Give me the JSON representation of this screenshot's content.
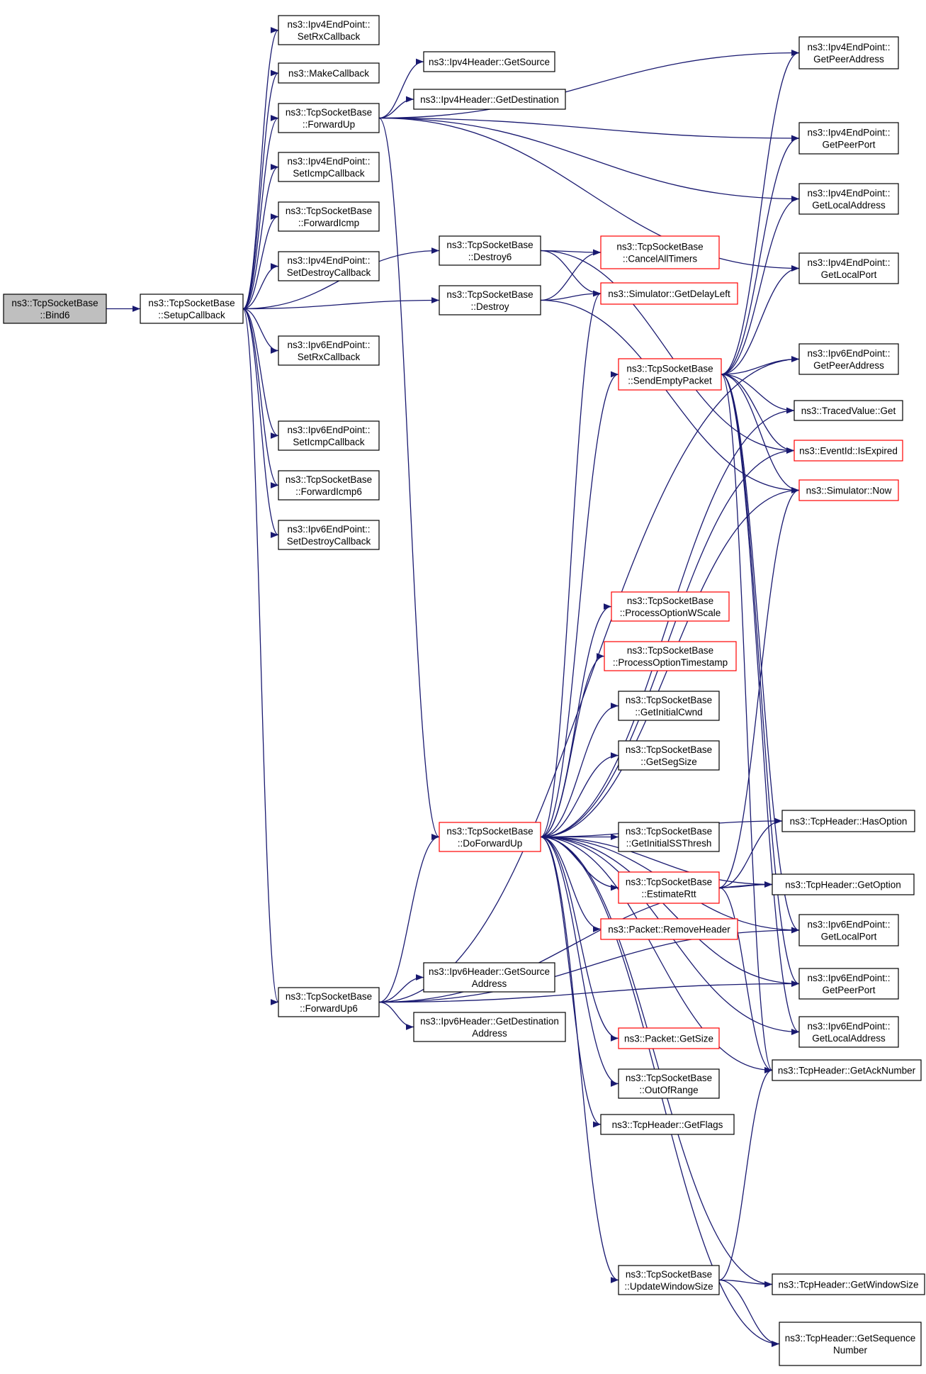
{
  "diagram": {
    "nodes": [
      {
        "id": "bind6",
        "lines": [
          "ns3::TcpSocketBase",
          "::Bind6"
        ],
        "style": "root"
      },
      {
        "id": "setup",
        "lines": [
          "ns3::TcpSocketBase",
          "::SetupCallback"
        ],
        "style": "normal"
      },
      {
        "id": "ip4setrx",
        "lines": [
          "ns3::Ipv4EndPoint::",
          "SetRxCallback"
        ],
        "style": "normal"
      },
      {
        "id": "makecb",
        "lines": [
          "ns3::MakeCallback"
        ],
        "style": "normal"
      },
      {
        "id": "fwdup",
        "lines": [
          "ns3::TcpSocketBase",
          "::ForwardUp"
        ],
        "style": "normal"
      },
      {
        "id": "ip4seticmp",
        "lines": [
          "ns3::Ipv4EndPoint::",
          "SetIcmpCallback"
        ],
        "style": "normal"
      },
      {
        "id": "fwdicmp",
        "lines": [
          "ns3::TcpSocketBase",
          "::ForwardIcmp"
        ],
        "style": "normal"
      },
      {
        "id": "ip4setdes",
        "lines": [
          "ns3::Ipv4EndPoint::",
          "SetDestroyCallback"
        ],
        "style": "normal"
      },
      {
        "id": "ip6setrx",
        "lines": [
          "ns3::Ipv6EndPoint::",
          "SetRxCallback"
        ],
        "style": "normal"
      },
      {
        "id": "ip6seticmp",
        "lines": [
          "ns3::Ipv6EndPoint::",
          "SetIcmpCallback"
        ],
        "style": "normal"
      },
      {
        "id": "fwdicmp6",
        "lines": [
          "ns3::TcpSocketBase",
          "::ForwardIcmp6"
        ],
        "style": "normal"
      },
      {
        "id": "ip6setdes",
        "lines": [
          "ns3::Ipv6EndPoint::",
          "SetDestroyCallback"
        ],
        "style": "normal"
      },
      {
        "id": "fwdup6",
        "lines": [
          "ns3::TcpSocketBase",
          "::ForwardUp6"
        ],
        "style": "normal"
      },
      {
        "id": "ip4hsrc",
        "lines": [
          "ns3::Ipv4Header::GetSource"
        ],
        "style": "normal"
      },
      {
        "id": "ip4hdst",
        "lines": [
          "ns3::Ipv4Header::GetDestination"
        ],
        "style": "normal"
      },
      {
        "id": "destroy6",
        "lines": [
          "ns3::TcpSocketBase",
          "::Destroy6"
        ],
        "style": "normal"
      },
      {
        "id": "destroy",
        "lines": [
          "ns3::TcpSocketBase",
          "::Destroy"
        ],
        "style": "normal"
      },
      {
        "id": "doforward",
        "lines": [
          "ns3::TcpSocketBase",
          "::DoForwardUp"
        ],
        "style": "red"
      },
      {
        "id": "ip6hsrc",
        "lines": [
          "ns3::Ipv6Header::GetSource",
          "Address"
        ],
        "style": "normal"
      },
      {
        "id": "ip6hdst",
        "lines": [
          "ns3::Ipv6Header::GetDestination",
          "Address"
        ],
        "style": "normal"
      },
      {
        "id": "cancelall",
        "lines": [
          "ns3::TcpSocketBase",
          "::CancelAllTimers"
        ],
        "style": "red"
      },
      {
        "id": "getdelay",
        "lines": [
          "ns3::Simulator::GetDelayLeft"
        ],
        "style": "red"
      },
      {
        "id": "sendempty",
        "lines": [
          "ns3::TcpSocketBase",
          "::SendEmptyPacket"
        ],
        "style": "red"
      },
      {
        "id": "procwscale",
        "lines": [
          "ns3::TcpSocketBase",
          "::ProcessOptionWScale"
        ],
        "style": "red"
      },
      {
        "id": "procts",
        "lines": [
          "ns3::TcpSocketBase",
          "::ProcessOptionTimestamp"
        ],
        "style": "red"
      },
      {
        "id": "initcwnd",
        "lines": [
          "ns3::TcpSocketBase",
          "::GetInitialCwnd"
        ],
        "style": "normal"
      },
      {
        "id": "segsize",
        "lines": [
          "ns3::TcpSocketBase",
          "::GetSegSize"
        ],
        "style": "normal"
      },
      {
        "id": "initss",
        "lines": [
          "ns3::TcpSocketBase",
          "::GetInitialSSThresh"
        ],
        "style": "normal"
      },
      {
        "id": "estrtt",
        "lines": [
          "ns3::TcpSocketBase",
          "::EstimateRtt"
        ],
        "style": "red"
      },
      {
        "id": "removehdr",
        "lines": [
          "ns3::Packet::RemoveHeader"
        ],
        "style": "red"
      },
      {
        "id": "pktsize",
        "lines": [
          "ns3::Packet::GetSize"
        ],
        "style": "red"
      },
      {
        "id": "outofrange",
        "lines": [
          "ns3::TcpSocketBase",
          "::OutOfRange"
        ],
        "style": "normal"
      },
      {
        "id": "getflags",
        "lines": [
          "ns3::TcpHeader::GetFlags"
        ],
        "style": "normal"
      },
      {
        "id": "updwin",
        "lines": [
          "ns3::TcpSocketBase",
          "::UpdateWindowSize"
        ],
        "style": "normal"
      },
      {
        "id": "ip4peeraddr",
        "lines": [
          "ns3::Ipv4EndPoint::",
          "GetPeerAddress"
        ],
        "style": "normal"
      },
      {
        "id": "ip4peerport",
        "lines": [
          "ns3::Ipv4EndPoint::",
          "GetPeerPort"
        ],
        "style": "normal"
      },
      {
        "id": "ip4localaddr",
        "lines": [
          "ns3::Ipv4EndPoint::",
          "GetLocalAddress"
        ],
        "style": "normal"
      },
      {
        "id": "ip4localport",
        "lines": [
          "ns3::Ipv4EndPoint::",
          "GetLocalPort"
        ],
        "style": "normal"
      },
      {
        "id": "ip6peeraddr",
        "lines": [
          "ns3::Ipv6EndPoint::",
          "GetPeerAddress"
        ],
        "style": "normal"
      },
      {
        "id": "tracedget",
        "lines": [
          "ns3::TracedValue::Get"
        ],
        "style": "normal"
      },
      {
        "id": "expired",
        "lines": [
          "ns3::EventId::IsExpired"
        ],
        "style": "red"
      },
      {
        "id": "simnow",
        "lines": [
          "ns3::Simulator::Now"
        ],
        "style": "red"
      },
      {
        "id": "hasoption",
        "lines": [
          "ns3::TcpHeader::HasOption"
        ],
        "style": "normal"
      },
      {
        "id": "getoption",
        "lines": [
          "ns3::TcpHeader::GetOption"
        ],
        "style": "normal"
      },
      {
        "id": "ip6localport",
        "lines": [
          "ns3::Ipv6EndPoint::",
          "GetLocalPort"
        ],
        "style": "normal"
      },
      {
        "id": "ip6peerport",
        "lines": [
          "ns3::Ipv6EndPoint::",
          "GetPeerPort"
        ],
        "style": "normal"
      },
      {
        "id": "ip6localaddr",
        "lines": [
          "ns3::Ipv6EndPoint::",
          "GetLocalAddress"
        ],
        "style": "normal"
      },
      {
        "id": "getack",
        "lines": [
          "ns3::TcpHeader::GetAckNumber"
        ],
        "style": "normal"
      },
      {
        "id": "getwin",
        "lines": [
          "ns3::TcpHeader::GetWindowSize"
        ],
        "style": "normal"
      },
      {
        "id": "getseq",
        "lines": [
          "ns3::TcpHeader::GetSequence",
          "Number"
        ],
        "style": "normal"
      }
    ],
    "edges": [
      [
        "bind6",
        "setup"
      ],
      [
        "setup",
        "ip4setrx"
      ],
      [
        "setup",
        "makecb"
      ],
      [
        "setup",
        "fwdup"
      ],
      [
        "setup",
        "ip4seticmp"
      ],
      [
        "setup",
        "fwdicmp"
      ],
      [
        "setup",
        "ip4setdes"
      ],
      [
        "setup",
        "ip6setrx"
      ],
      [
        "setup",
        "ip6seticmp"
      ],
      [
        "setup",
        "fwdicmp6"
      ],
      [
        "setup",
        "ip6setdes"
      ],
      [
        "setup",
        "fwdup6"
      ],
      [
        "setup",
        "destroy6"
      ],
      [
        "setup",
        "destroy"
      ],
      [
        "fwdup",
        "ip4peeraddr"
      ],
      [
        "fwdup",
        "ip4hsrc"
      ],
      [
        "fwdup",
        "ip4hdst"
      ],
      [
        "fwdup",
        "ip4peerport"
      ],
      [
        "fwdup",
        "ip4localaddr"
      ],
      [
        "fwdup",
        "ip4localport"
      ],
      [
        "fwdup",
        "doforward"
      ],
      [
        "destroy6",
        "cancelall"
      ],
      [
        "destroy6",
        "getdelay"
      ],
      [
        "destroy6",
        "expired"
      ],
      [
        "destroy",
        "cancelall"
      ],
      [
        "destroy",
        "getdelay"
      ],
      [
        "destroy",
        "simnow"
      ],
      [
        "fwdup6",
        "doforward"
      ],
      [
        "fwdup6",
        "ip6hsrc"
      ],
      [
        "fwdup6",
        "ip6hdst"
      ],
      [
        "fwdup6",
        "ip6peeraddr"
      ],
      [
        "fwdup6",
        "getoption"
      ],
      [
        "fwdup6",
        "ip6localport"
      ],
      [
        "fwdup6",
        "ip6peerport"
      ],
      [
        "sendempty",
        "ip4peeraddr"
      ],
      [
        "sendempty",
        "ip4peerport"
      ],
      [
        "sendempty",
        "ip4localaddr"
      ],
      [
        "sendempty",
        "ip4localport"
      ],
      [
        "sendempty",
        "ip6peeraddr"
      ],
      [
        "sendempty",
        "tracedget"
      ],
      [
        "sendempty",
        "expired"
      ],
      [
        "sendempty",
        "simnow"
      ],
      [
        "sendempty",
        "ip6localport"
      ],
      [
        "sendempty",
        "ip6peerport"
      ],
      [
        "sendempty",
        "ip6localaddr"
      ],
      [
        "sendempty",
        "getack"
      ],
      [
        "doforward",
        "getdelay"
      ],
      [
        "doforward",
        "sendempty"
      ],
      [
        "doforward",
        "tracedget"
      ],
      [
        "doforward",
        "expired"
      ],
      [
        "doforward",
        "simnow"
      ],
      [
        "doforward",
        "procwscale"
      ],
      [
        "doforward",
        "procts"
      ],
      [
        "doforward",
        "initcwnd"
      ],
      [
        "doforward",
        "segsize"
      ],
      [
        "doforward",
        "hasoption"
      ],
      [
        "doforward",
        "initss"
      ],
      [
        "doforward",
        "estrtt"
      ],
      [
        "doforward",
        "removehdr"
      ],
      [
        "doforward",
        "getoption"
      ],
      [
        "doforward",
        "ip6localport"
      ],
      [
        "doforward",
        "ip6peerport"
      ],
      [
        "doforward",
        "ip6localaddr"
      ],
      [
        "doforward",
        "pktsize"
      ],
      [
        "doforward",
        "outofrange"
      ],
      [
        "doforward",
        "getflags"
      ],
      [
        "doforward",
        "updwin"
      ],
      [
        "doforward",
        "getwin"
      ],
      [
        "doforward",
        "getseq"
      ],
      [
        "doforward",
        "getack"
      ],
      [
        "estrtt",
        "hasoption"
      ],
      [
        "estrtt",
        "getoption"
      ],
      [
        "estrtt",
        "simnow"
      ],
      [
        "estrtt",
        "getack"
      ],
      [
        "updwin",
        "getack"
      ],
      [
        "updwin",
        "getwin"
      ],
      [
        "updwin",
        "getseq"
      ]
    ],
    "colors": {
      "edge": "#191970",
      "root_fill": "#bfbfbf",
      "node_fill": "#ffffff",
      "node_border": "#000000",
      "red_border": "#ff0000",
      "text": "#000000"
    }
  }
}
